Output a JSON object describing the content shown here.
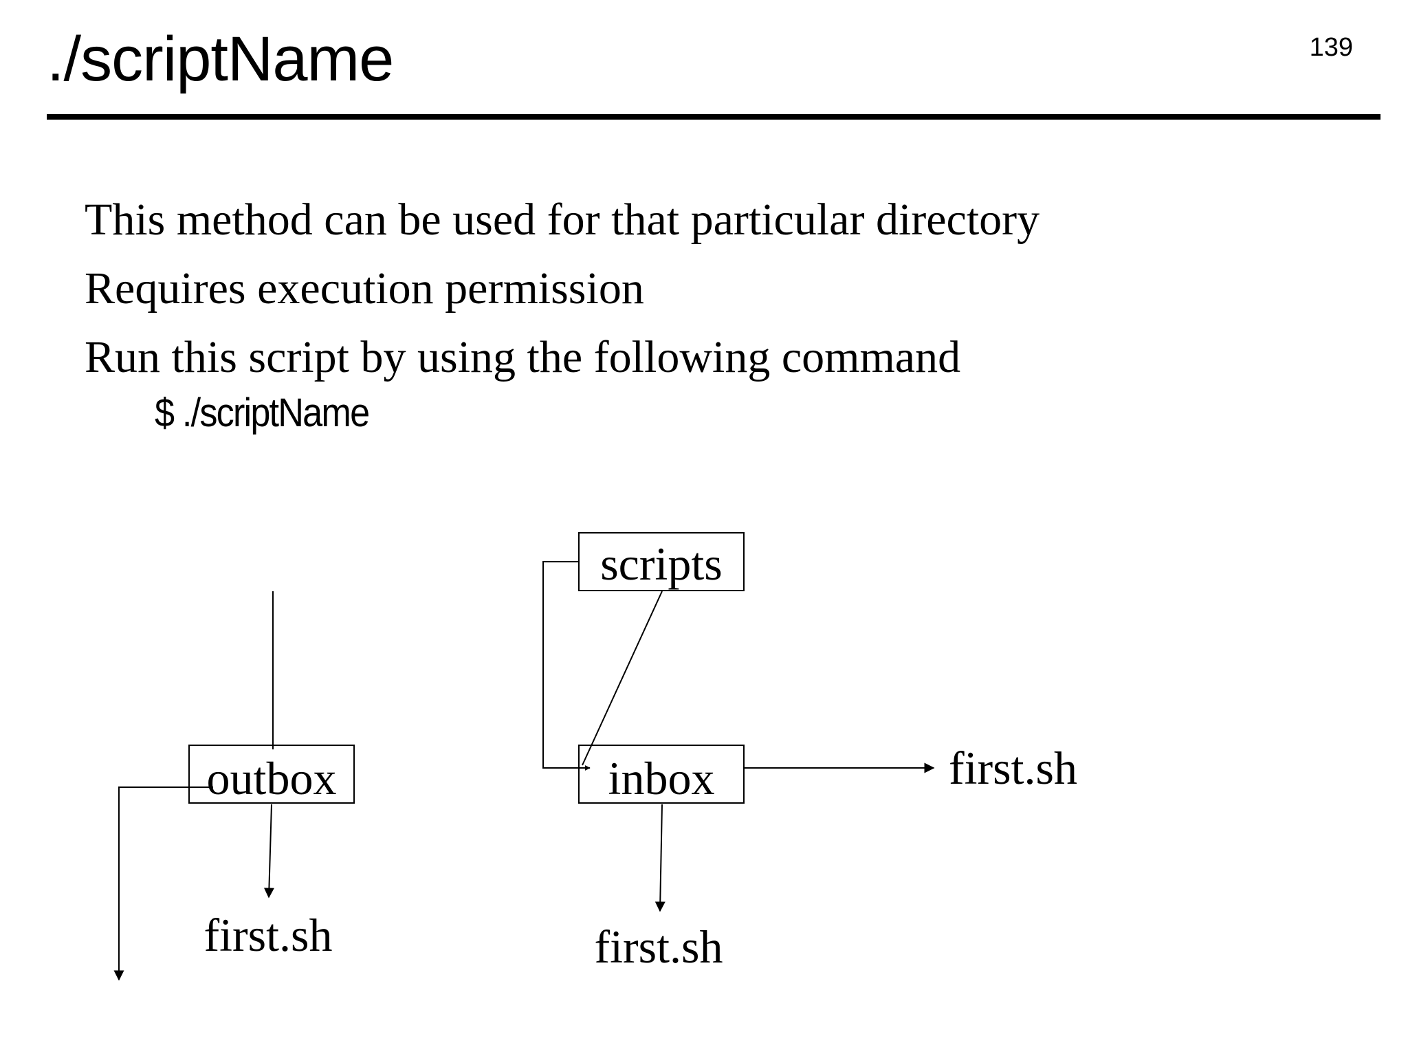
{
  "slide": {
    "title": "./scriptName",
    "page_number": "139"
  },
  "bullets": [
    "This method can be used for that particular directory",
    "Requires execution permission",
    "Run this script by using the following command"
  ],
  "command": "$ ./scriptName",
  "diagram": {
    "boxes": {
      "scripts": "scripts",
      "outbox": "outbox",
      "inbox": "inbox"
    },
    "files": {
      "under_outbox": "first.sh",
      "under_inbox": "first.sh",
      "right_of_inbox": "first.sh"
    }
  }
}
